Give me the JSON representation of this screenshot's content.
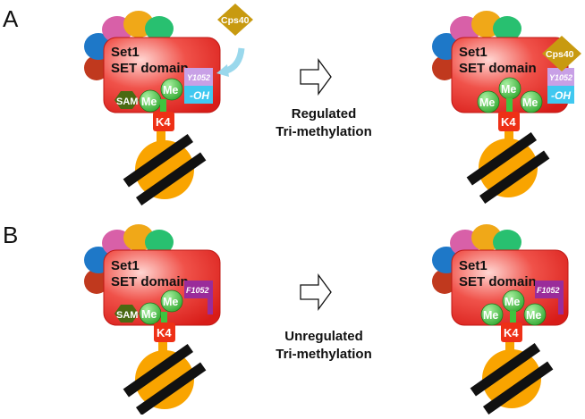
{
  "colors": {
    "set1_body": "#e8302c",
    "me_green": "#3fc43f",
    "k4_red": "#ee3016",
    "nucleosome_orange": "#f9a400",
    "sam_olive": "#4a6a12",
    "cps40_gold": "#c89a10",
    "y1052_lilac": "#c8a0e6",
    "oh_cyan": "#40c8f0",
    "f1052_purple": "#9a2c9a"
  },
  "panels": [
    {
      "letter": "A",
      "left_complex": {
        "title_line1": "Set1",
        "title_line2": "SET domain",
        "sam_label": "SAM",
        "me_labels": [
          "Me",
          "Me"
        ],
        "k4_label": "K4",
        "residue_label": "Y1052",
        "oh_label": "-OH",
        "cps40_label": "Cps40"
      },
      "right_complex": {
        "title_line1": "Set1",
        "title_line2": "SET domain",
        "me_labels": [
          "Me",
          "Me",
          "Me"
        ],
        "k4_label": "K4",
        "residue_label": "Y1052",
        "oh_label": "-OH",
        "cps40_label": "Cps40"
      },
      "center_text_line1": "Regulated",
      "center_text_line2": "Tri-methylation"
    },
    {
      "letter": "B",
      "left_complex": {
        "title_line1": "Set1",
        "title_line2": "SET domain",
        "sam_label": "SAM",
        "me_labels": [
          "Me",
          "Me"
        ],
        "k4_label": "K4",
        "residue_label": "F1052"
      },
      "right_complex": {
        "title_line1": "Set1",
        "title_line2": "SET domain",
        "me_labels": [
          "Me",
          "Me",
          "Me"
        ],
        "k4_label": "K4",
        "residue_label": "F1052"
      },
      "center_text_line1": "Unregulated",
      "center_text_line2": "Tri-methylation"
    }
  ]
}
